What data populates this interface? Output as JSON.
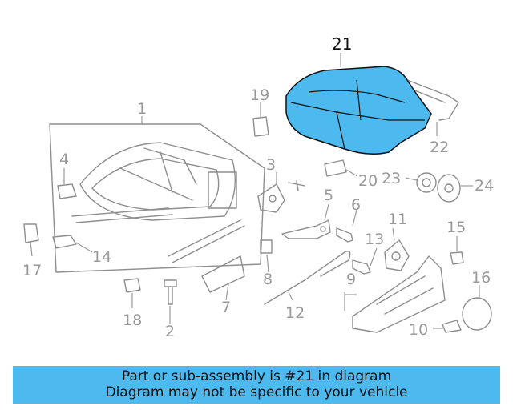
{
  "diagram": {
    "highlighted_part": "21",
    "highlight_color": "#4cb9ef",
    "callouts": [
      "1",
      "2",
      "3",
      "4",
      "5",
      "6",
      "7",
      "8",
      "9",
      "10",
      "11",
      "12",
      "13",
      "14",
      "15",
      "16",
      "17",
      "18",
      "19",
      "20",
      "21",
      "22",
      "23",
      "24"
    ]
  },
  "caption": {
    "line1": "Part or sub-assembly is #21 in diagram",
    "line2": "Diagram may not be specific to your vehicle",
    "background": "#4cb9ef"
  }
}
